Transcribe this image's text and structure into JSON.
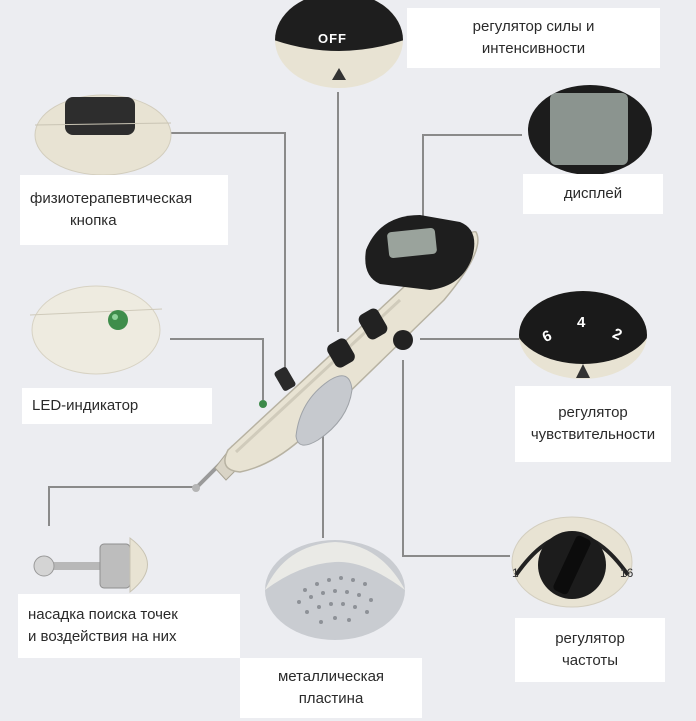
{
  "labels": {
    "power": {
      "line1": "регулятор силы и",
      "line2": "интенсивности"
    },
    "physio_button": {
      "line1": "физиотерапевтическая",
      "line2": "кнопка"
    },
    "display": {
      "line1": "дисплей"
    },
    "led": {
      "line1": "LED-индикатор"
    },
    "sensitivity": {
      "line1": "регулятор",
      "line2": "чувствительности"
    },
    "tip": {
      "line1": "насадка поиска точек",
      "line2": "и воздействия на них"
    },
    "frequency": {
      "line1": "регулятор",
      "line2": "частоты"
    },
    "plate": {
      "line1": "металлическая",
      "line2": "пластина"
    }
  },
  "dial_texts": {
    "off": "OFF",
    "sens_6": "6",
    "sens_4": "4",
    "sens_2": "2",
    "freq_min": "1",
    "freq_max": "16"
  },
  "colors": {
    "background": "#ecedf1",
    "device_body": "#e8e3d3",
    "device_dark": "#1e1e1e",
    "line": "#8a8a8a"
  }
}
